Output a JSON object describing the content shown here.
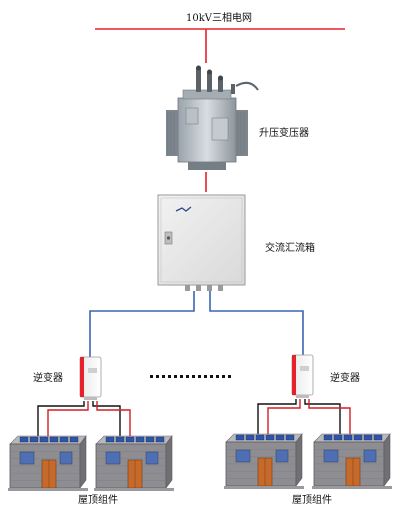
{
  "grid": {
    "label": "10kV三相电网",
    "color": "#e8202a"
  },
  "transformer": {
    "label": "升压变压器"
  },
  "combiner_box": {
    "label": "交流汇流箱"
  },
  "inverters": [
    {
      "label": "逆变器"
    },
    {
      "label": "逆变器"
    }
  ],
  "roof_groups": [
    {
      "label": "屋顶组件"
    },
    {
      "label": "屋顶组件"
    }
  ],
  "colors": {
    "ac_red": "#e8202a",
    "ac_blue": "#3b64b5",
    "dc_black": "#111111",
    "dc_red": "#d21f24",
    "house_wall": "#8d8d92",
    "door": "#c56a2b",
    "panel": "#2d55a8"
  },
  "icons": [
    "transformer-icon",
    "combiner-box-icon",
    "inverter-icon",
    "rooftop-pv-house-icon"
  ]
}
